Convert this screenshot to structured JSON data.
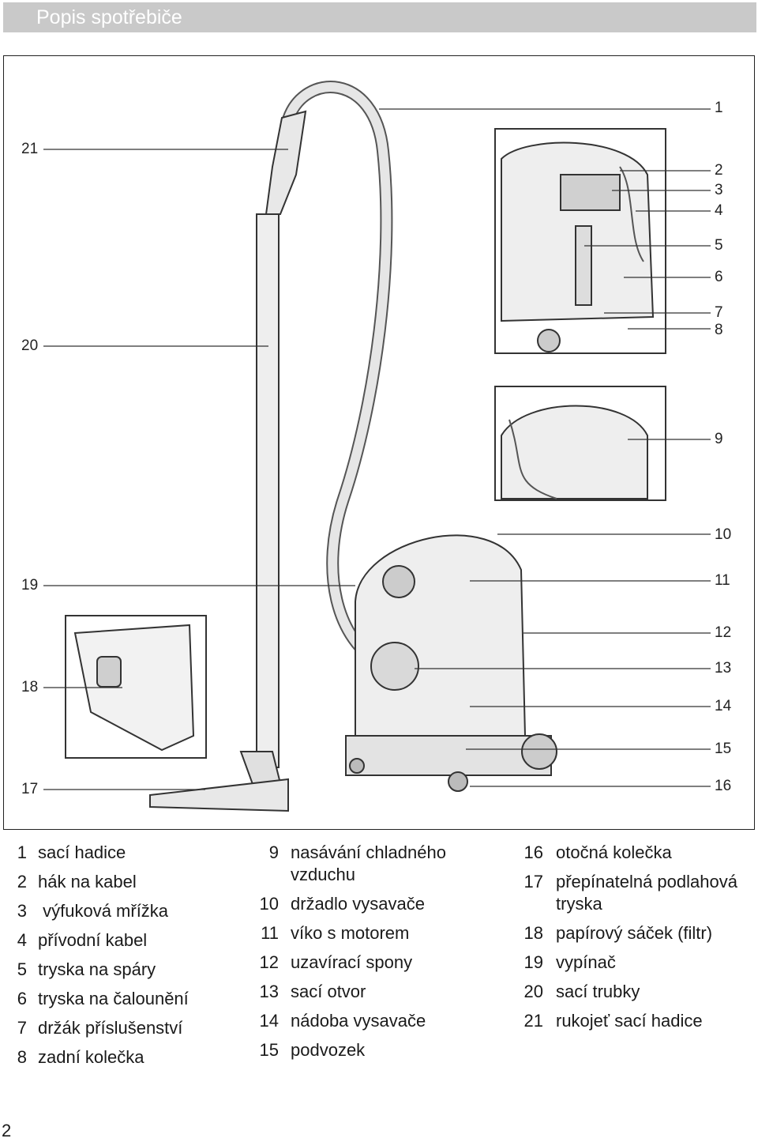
{
  "header": {
    "title": "Popis spotřebiče"
  },
  "figure": {
    "callouts": [
      "1",
      "2",
      "3",
      "4",
      "5",
      "6",
      "7",
      "8",
      "9",
      "10",
      "11",
      "12",
      "13",
      "14",
      "15",
      "16",
      "17",
      "18",
      "19",
      "20",
      "21"
    ]
  },
  "legend": {
    "col1": [
      {
        "num": "1",
        "label": "sací hadice"
      },
      {
        "num": "2",
        "label": "hák na kabel"
      },
      {
        "num": "3",
        "label": " výfuková mřížka"
      },
      {
        "num": "4",
        "label": "přívodní kabel"
      },
      {
        "num": "5",
        "label": "tryska na spáry"
      },
      {
        "num": "6",
        "label": "tryska na čalounění"
      },
      {
        "num": "7",
        "label": "držák příslušenství"
      },
      {
        "num": "8",
        "label": "zadní kolečka"
      }
    ],
    "col2": [
      {
        "num": "9",
        "label": "nasávání chladného vzduchu"
      },
      {
        "num": "10",
        "label": "držadlo vysavače"
      },
      {
        "num": "11",
        "label": "víko s motorem"
      },
      {
        "num": "12",
        "label": "uzavírací spony"
      },
      {
        "num": "13",
        "label": "sací otvor"
      },
      {
        "num": "14",
        "label": "nádoba vysavače"
      },
      {
        "num": "15",
        "label": "podvozek"
      }
    ],
    "col3": [
      {
        "num": "16",
        "label": "otočná kolečka"
      },
      {
        "num": "17",
        "label": "přepínatelná podlahová tryska"
      },
      {
        "num": "18",
        "label": "papírový sáček (filtr)"
      },
      {
        "num": "19",
        "label": "vypínač"
      },
      {
        "num": "20",
        "label": "sací trubky"
      },
      {
        "num": "21",
        "label": "rukojeť sací hadice"
      }
    ]
  },
  "page": {
    "number": "2"
  }
}
